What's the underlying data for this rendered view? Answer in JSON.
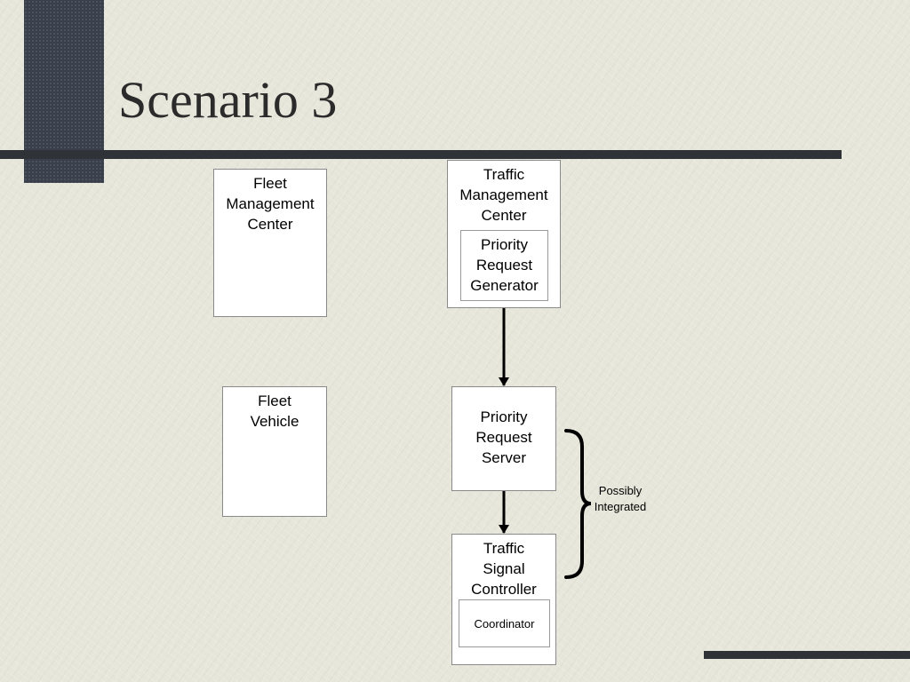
{
  "slide": {
    "title": "Scenario 3"
  },
  "diagram": {
    "nodes": {
      "fleet_mgmt_center": "Fleet\nManagement\nCenter",
      "fleet_vehicle": "Fleet\nVehicle",
      "traffic_mgmt_center": "Traffic\nManagement\nCenter",
      "priority_request_generator": "Priority\nRequest\nGenerator",
      "priority_request_server": "Priority\nRequest\nServer",
      "traffic_signal_controller": "Traffic\nSignal\nController",
      "coordinator": "Coordinator"
    },
    "edges": [
      {
        "from": "Priority Request Generator",
        "to": "Priority Request Server"
      },
      {
        "from": "Priority Request Server",
        "to": "Traffic Signal Controller"
      }
    ],
    "annotation": "Possibly\nIntegrated"
  },
  "colors": {
    "background": "#e6e6da",
    "accent_block": "#3a3f4c",
    "rule": "#2f3237",
    "box_fill": "#ffffff",
    "line": "#000000"
  }
}
